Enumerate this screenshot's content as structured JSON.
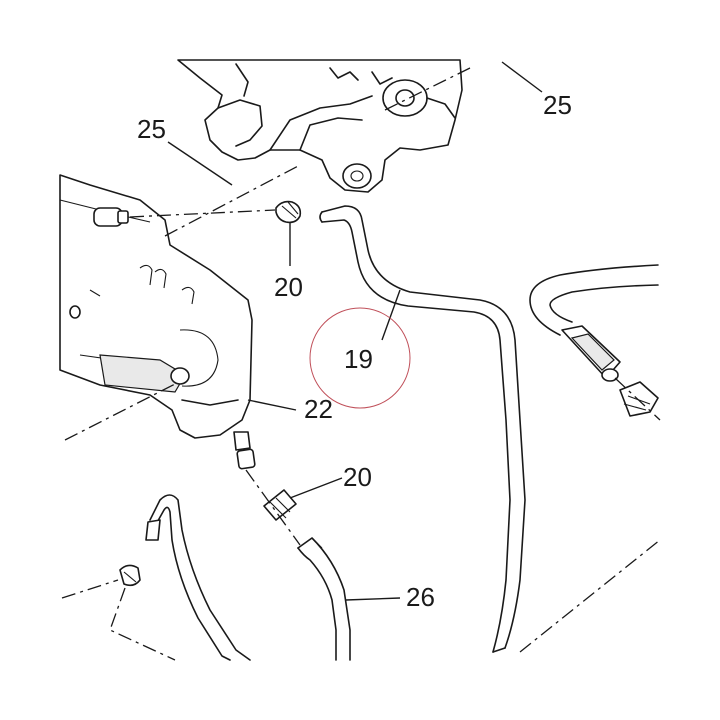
{
  "callouts": {
    "c25_left": "25",
    "c25_right": "25",
    "c20_top": "20",
    "c20_mid": "20",
    "c19": "19",
    "c22": "22",
    "c26": "26"
  },
  "highlight_color": "#c0505a"
}
